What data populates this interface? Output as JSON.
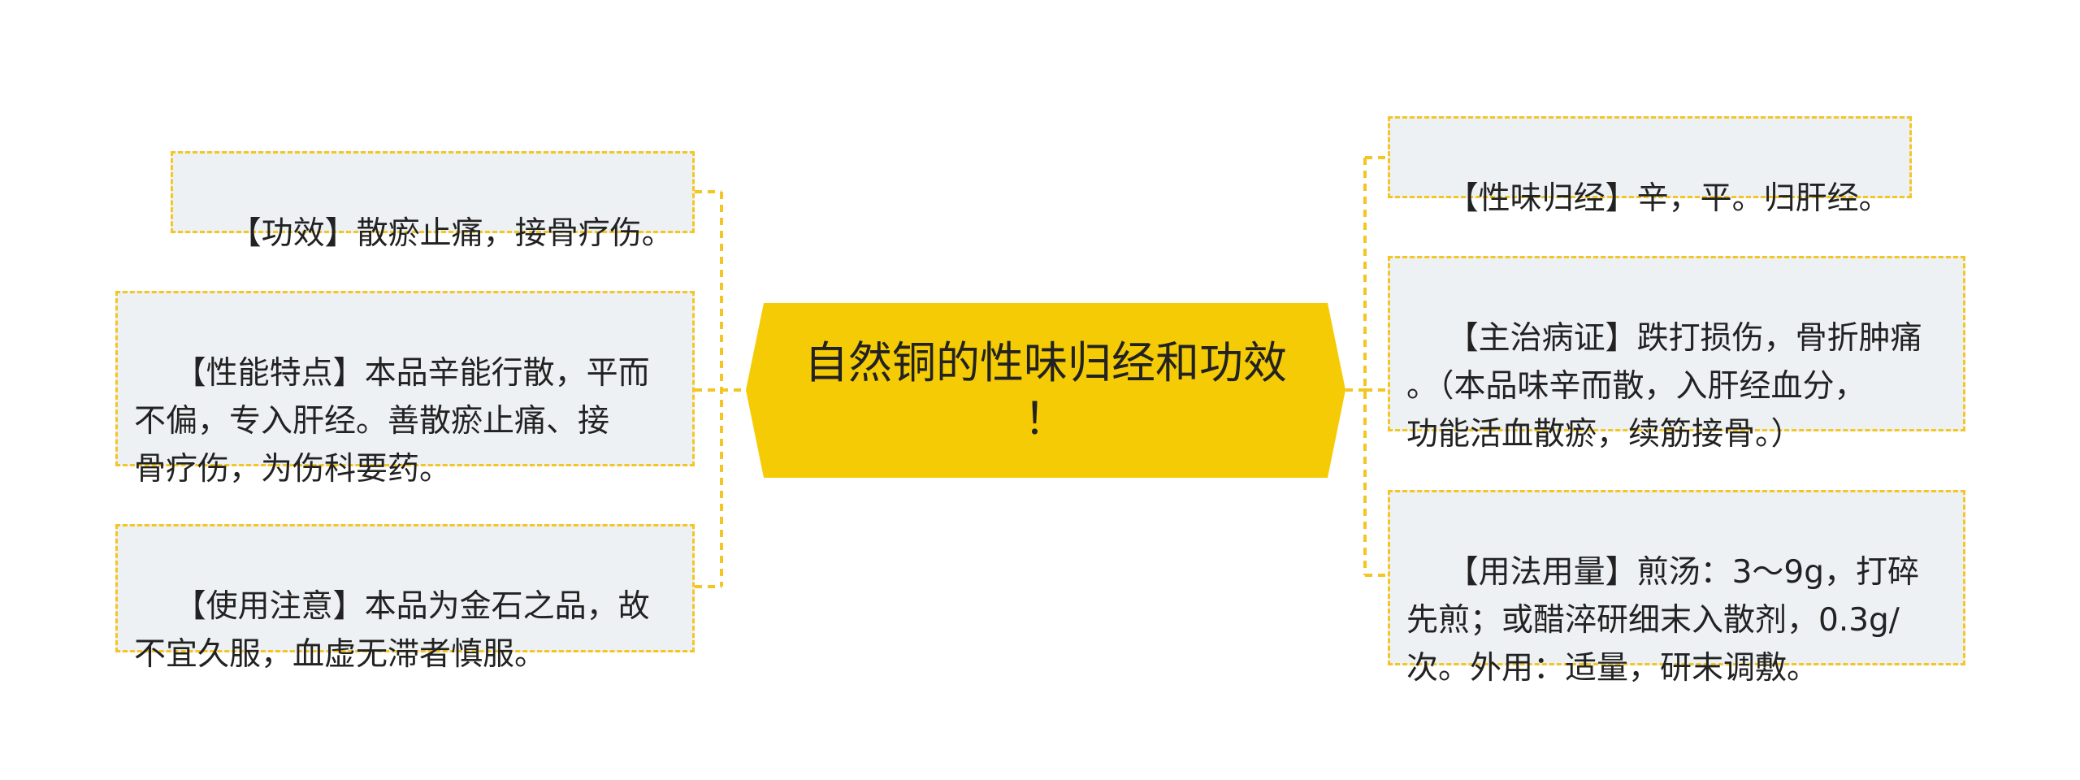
{
  "colors": {
    "accent": "#f5cb05",
    "connector": "#f3c623",
    "node_fill": "#eef1f4",
    "text": "#222222"
  },
  "central_topic": {
    "line1": "自然铜的性味归经和功效",
    "line2": "！"
  },
  "left_branches": [
    {
      "text": "【功效】散瘀止痛，接骨疗伤。"
    },
    {
      "text": "【性能特点】本品辛能行散，平而\n不偏，专入肝经。善散瘀止痛、接\n骨疗伤，为伤科要药。"
    },
    {
      "text": "【使用注意】本品为金石之品，故\n不宜久服，血虚无滞者慎服。"
    }
  ],
  "right_branches": [
    {
      "text": "【性味归经】辛，平。归肝经。"
    },
    {
      "text": "【主治病证】跌打损伤，骨折肿痛\n。（本品味辛而散，入肝经血分，\n功能活血散瘀，续筋接骨。）"
    },
    {
      "text": "【用法用量】煎汤：3～9g，打碎\n先煎；或醋淬研细末入散剂，0.3g/\n次。外用：适量，研末调敷。"
    }
  ]
}
